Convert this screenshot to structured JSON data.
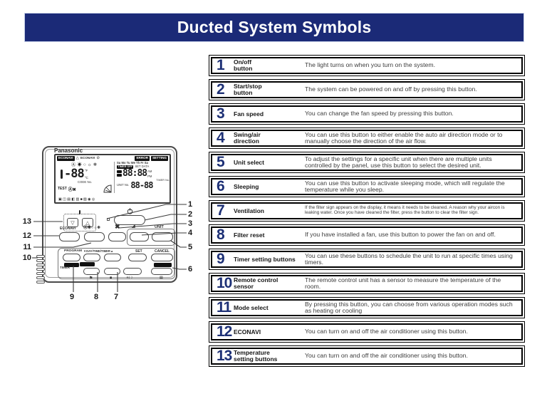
{
  "header": {
    "title": "Ducted System Symbols"
  },
  "colors": {
    "banner_navy": "#1b2a77",
    "number_navy": "#1d3076",
    "row_border": "#000000"
  },
  "table": {
    "rows": [
      {
        "num": "1",
        "label": "On/off\nbutton",
        "desc": "The light turns on when you turn on the system."
      },
      {
        "num": "2",
        "label": "Start/stop\nbutton",
        "desc": "The system can be powered on and off by pressing this button."
      },
      {
        "num": "3",
        "label": "Fan speed",
        "desc": "You can change the fan speed by pressing this button."
      },
      {
        "num": "4",
        "label": "Swing/air\ndirection",
        "desc": "You can use this button to either enable the auto air direction mode or to manually choose the direction of the air flow."
      },
      {
        "num": "5",
        "label": "Unit select",
        "desc": "To adjust the settings for a specific unit when there are multiple units controlled by the panel, use this button to select the desired unit."
      },
      {
        "num": "6",
        "label": "Sleeping",
        "desc": "You can use this button to activate sleeping mode, which will regulate the temperature while you sleep."
      },
      {
        "num": "7",
        "label": "Ventilation",
        "desc": "If the filter sign appears on the display, it means it needs to be cleaned. A reason why your aircon is leaking water. Once you have cleaned the filter, press the button to clear the filter sign."
      },
      {
        "num": "8",
        "label": "Filter reset",
        "desc": "If you have installed a fan, use this button to power the fan on and off."
      },
      {
        "num": "9",
        "label": "Timer setting buttons",
        "desc": "You can use these buttons to schedule the unit to run at specific times using timers."
      },
      {
        "num": "10",
        "label": "Remote control\nsensor",
        "desc": "The remote control unit has a sensor to measure the temperature of the room."
      },
      {
        "num": "11",
        "label": "Mode select",
        "desc": "By pressing this button, you can choose from various operation modes such as heating or cooling"
      },
      {
        "num": "12",
        "label": "ECONAVI",
        "desc": "You can turn on and off the air conditioner using this button."
      },
      {
        "num": "13",
        "label": "Temperature\nsetting buttons",
        "desc": "You can turn on and off the air conditioner using this button."
      }
    ]
  },
  "remote": {
    "brand": "Panasonic",
    "callouts": [
      "1",
      "2",
      "3",
      "4",
      "5",
      "6",
      "7",
      "8",
      "9",
      "10",
      "11",
      "12",
      "13"
    ],
    "lcd": {
      "econavi_badge": "ECONAVI",
      "warning_icon": "△",
      "econavi_label": "ECONAVI",
      "prohibit_icon": "⊘",
      "error_badge": "ERROR",
      "setting_badge": "SETTING",
      "mode_icons": "Ⓐ☀○☼❄",
      "temp_value": "-88",
      "deg_f": "°F",
      "deg_c": "°C",
      "code_no_label": "CODE No.",
      "test_label": "TEST",
      "test_icons": "Ⓐ✖",
      "days": "Su Mo Tu We Th Fr Sa",
      "timer_off_badge": "TIMER OFF",
      "set_data_label": "SET DATA",
      "time_value": "88:88",
      "am_label": "AM",
      "pm_label": "PM",
      "timer_no_label": "TIMER No.",
      "unit_no_label": "UNIT No.",
      "unit_no_value": "88-88",
      "status_icons": "▣ ◫ ▤ ◧ ▥ ■ ▧ ◉ ◎"
    },
    "buttons": {
      "temp_down": "▽",
      "temp_up": "△",
      "econavi_label": "ECONAVI",
      "mode_icons": "Ⓐ☀○☼❄",
      "fan_icon": "✖",
      "unit_label": "UNIT",
      "program_label": "PROGRAM",
      "day_time_timer_label": "▼DAY/TIME/TIMER▲",
      "set_label": "SET",
      "cancel_label": "CANCEL",
      "timer_label": "TIMER",
      "vent_icon": "⚑",
      "filter_icon": "■",
      "day_night_icon": "☀/☽",
      "sleep_icon": "▤"
    }
  }
}
